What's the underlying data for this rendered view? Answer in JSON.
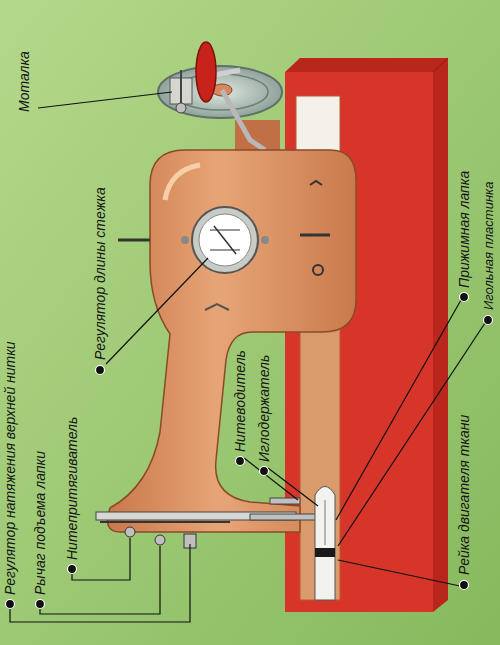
{
  "diagram": {
    "labels": [
      "Моталка",
      "Регулятор длины стежка",
      "Регулятор натяжения верхней нитки",
      "Рычаг подъема лапки",
      "Нитепритягиватель",
      "Нитеводитель",
      "Иглодержатель",
      "Прижимная лапка",
      "Игольная пластинка",
      "Рейка двигателя ткани"
    ]
  }
}
